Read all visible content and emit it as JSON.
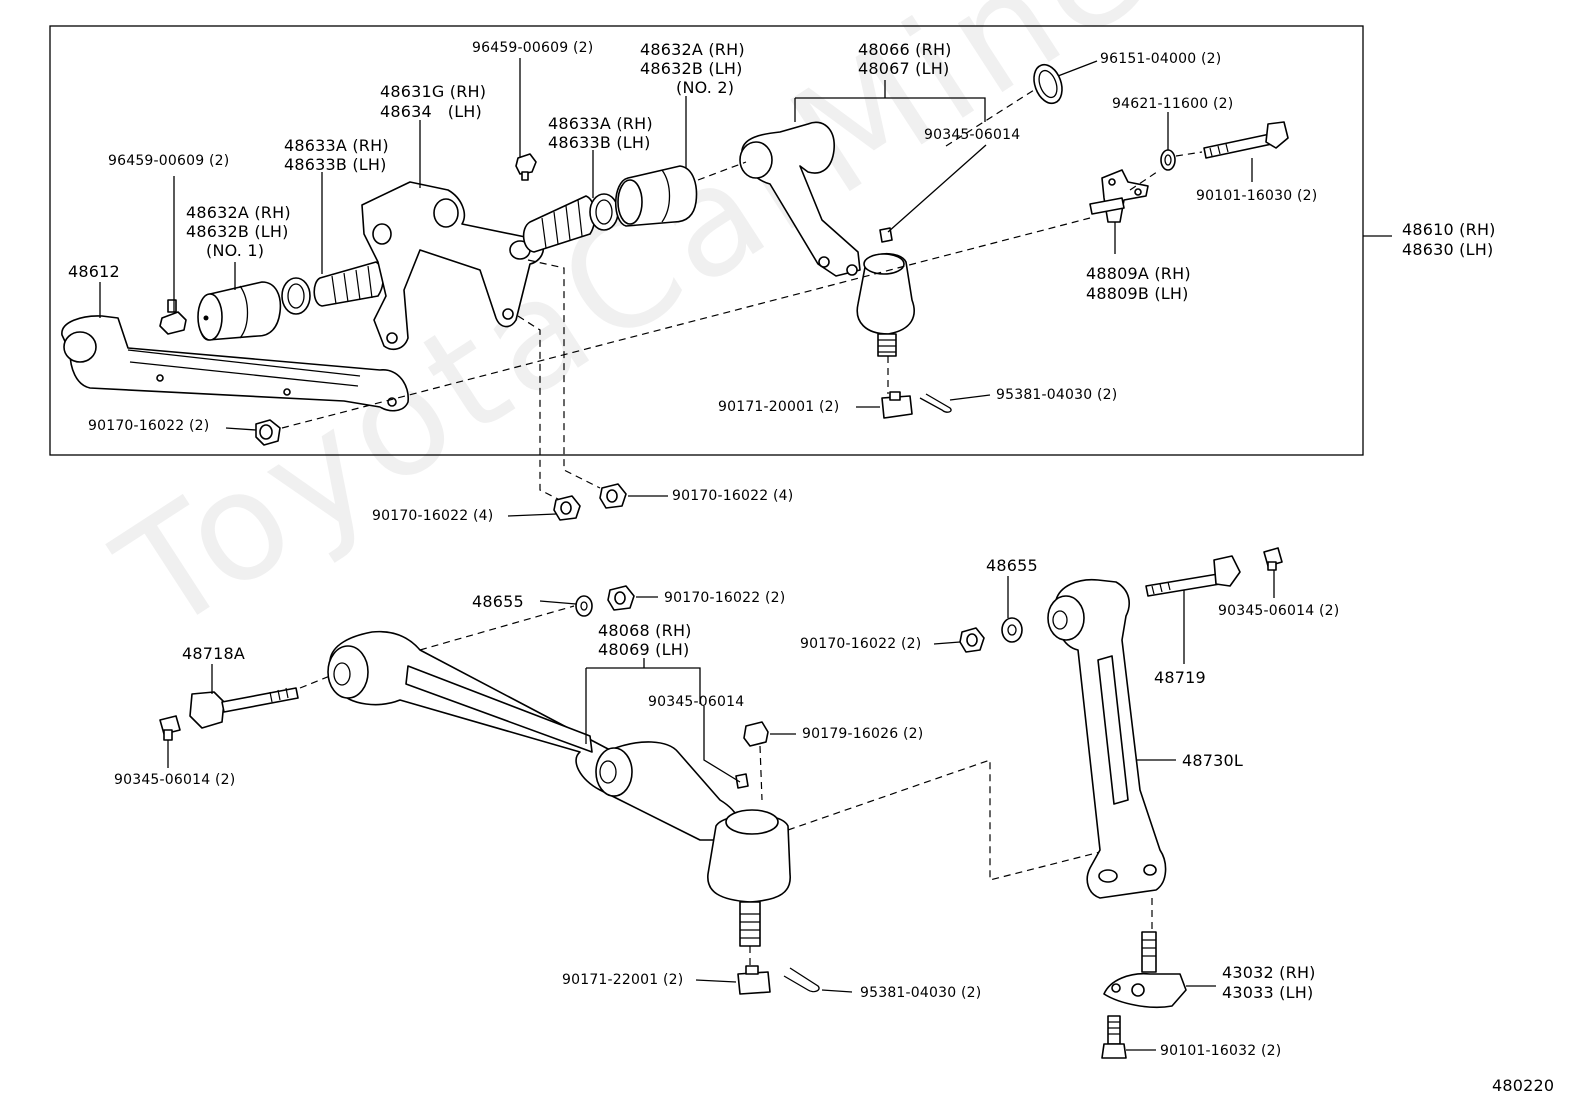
{
  "diagram": {
    "figure_id": "480220",
    "watermark": "ToyotaCarMine.ru",
    "assembly_label": [
      "48610 (RH)",
      "48630 (LH)"
    ],
    "labels": {
      "p96459_top": "96459-00609 (2)",
      "p48632A_no2": [
        "48632A (RH)",
        "48632B (LH)",
        "(NO. 2)"
      ],
      "p48066": [
        "48066 (RH)",
        "48067 (LH)"
      ],
      "p96151": "96151-04000 (2)",
      "p94621": "94621-11600 (2)",
      "p90345_up": "90345-06014",
      "p48631G": [
        "48631G (RH)",
        "48634   (LH)"
      ],
      "p48633A_b": [
        "48633A (RH)",
        "48633B (LH)"
      ],
      "p48633A_a": [
        "48633A (RH)",
        "48633B (LH)"
      ],
      "p96459_left": "96459-00609 (2)",
      "p48632A_no1": [
        "48632A (RH)",
        "48632B (LH)",
        "(NO. 1)"
      ],
      "p48612": "48612",
      "p90101_16030": "90101-16030 (2)",
      "p48809": [
        "48809A (RH)",
        "48809B (LH)"
      ],
      "p90171_20001": "90171-20001 (2)",
      "p95381_up": "95381-04030 (2)",
      "p90170_left": "90170-16022 (2)",
      "p90170_4b": "90170-16022 (4)",
      "p90170_4a": "90170-16022 (4)",
      "p48655_mid": "48655",
      "p90170_mid": "90170-16022 (2)",
      "p48068": [
        "48068 (RH)",
        "48069 (LH)"
      ],
      "p48718A": "48718A",
      "p90345_mid": "90345-06014",
      "p90179": "90179-16026 (2)",
      "p90345_left": "90345-06014 (2)",
      "p48655_right": "48655",
      "p90170_right": "90170-16022 (2)",
      "p90345_right": "90345-06014 (2)",
      "p48719": "48719",
      "p48730L": "48730L",
      "p43032": [
        "43032 (RH)",
        "43033 (LH)"
      ],
      "p90171_22001": "90171-22001 (2)",
      "p95381_low": "95381-04030 (2)",
      "p90101_16032": "90101-16032 (2)"
    }
  }
}
